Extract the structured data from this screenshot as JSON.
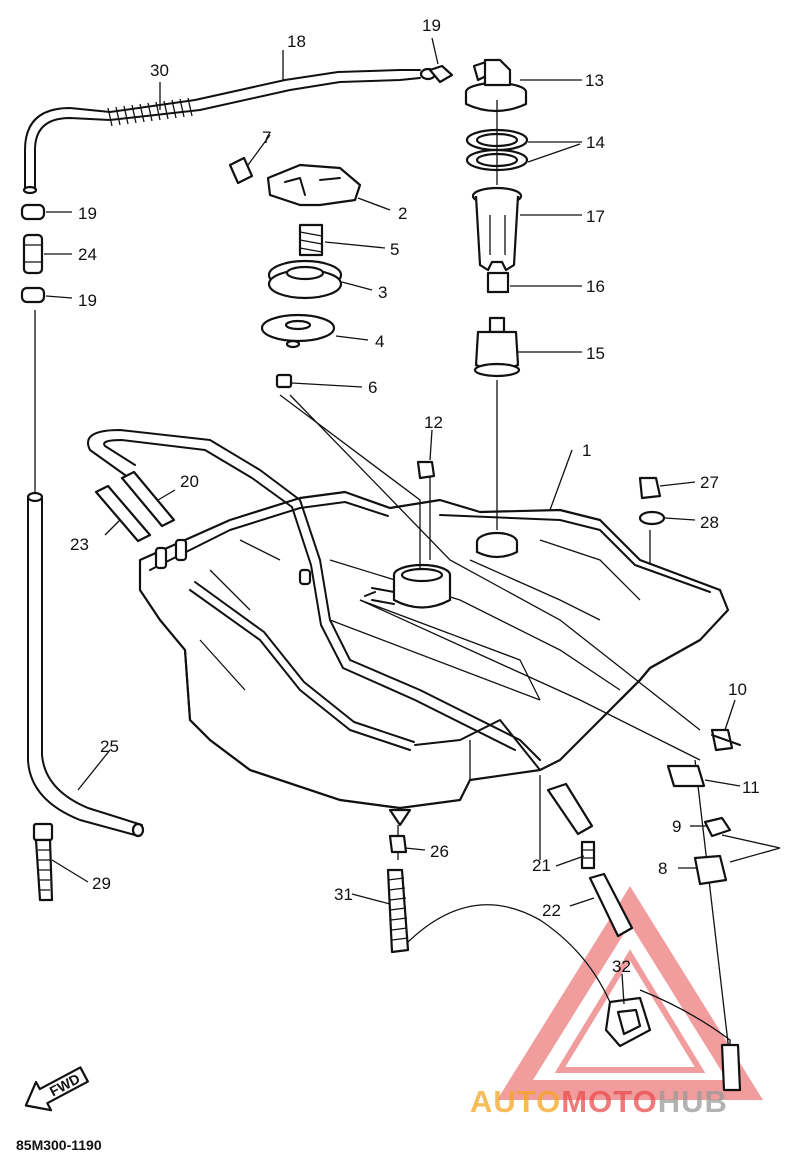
{
  "diagram_code": "85M300-1190",
  "fwd_label": "FWD",
  "callouts": [
    "1",
    "2",
    "3",
    "4",
    "5",
    "6",
    "7",
    "8",
    "9",
    "10",
    "11",
    "12",
    "13",
    "14",
    "15",
    "16",
    "17",
    "18",
    "19",
    "19",
    "19",
    "20",
    "21",
    "22",
    "23",
    "24",
    "25",
    "26",
    "27",
    "28",
    "29",
    "30",
    "31",
    "32"
  ],
  "watermark": {
    "part1": "AUTO",
    "part2": "MOTO",
    "part3": "HUB",
    "color_primary": "#f5a623",
    "color_secondary": "#e94e4e",
    "color_tertiary": "#9a9a9a"
  }
}
